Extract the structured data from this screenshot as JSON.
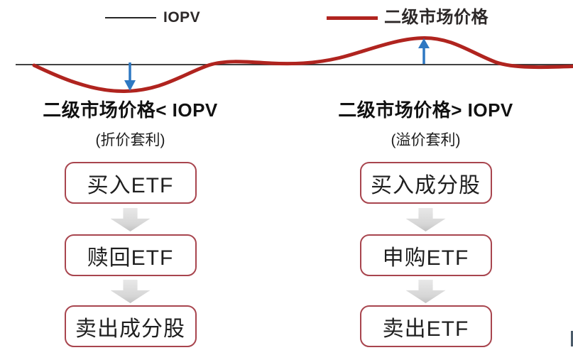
{
  "legend": {
    "iopv_label": "IOPV",
    "market_price_label": "二级市场价格"
  },
  "columns": {
    "discount": {
      "heading": "二级市场价格< IOPV",
      "subtitle": "(折价套利)",
      "steps": [
        "买入ETF",
        "赎回ETF",
        "卖出成分股"
      ]
    },
    "premium": {
      "heading": "二级市场价格> IOPV",
      "subtitle": "(溢价套利)",
      "steps": [
        "买入成分股",
        "申购ETF",
        "卖出ETF"
      ]
    }
  },
  "colors": {
    "curve_red": "#b0241f",
    "baseline_black": "#262626",
    "arrow_blue": "#2e78c2",
    "box_border": "#a8454e",
    "flow_arrow_gray": "#d6d6d6",
    "legend_text": "#2c2828"
  }
}
